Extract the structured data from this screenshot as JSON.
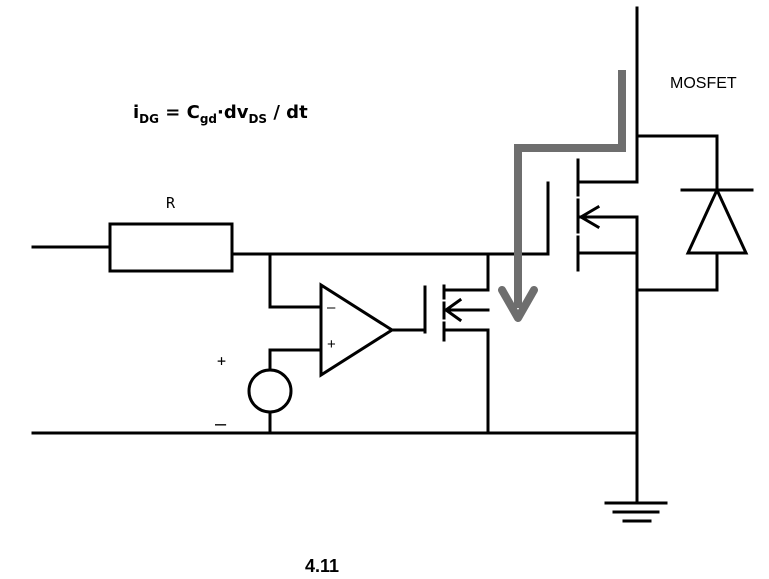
{
  "diagram": {
    "equation": {
      "i": "i",
      "i_sub": "DG",
      "equals": " = C",
      "c_sub": "gd",
      "mid": "·dv",
      "v_sub": "DS",
      "tail": " / dt"
    },
    "resistor_label": "R",
    "device_label": "MOSFET",
    "opamp_minus": "–",
    "opamp_plus": "+",
    "source_plus": "+",
    "source_minus": "–",
    "figure_number": "4.11",
    "colors": {
      "wire": "#000000",
      "current_arrow": "#6e6e6e",
      "background": "#ffffff"
    }
  }
}
